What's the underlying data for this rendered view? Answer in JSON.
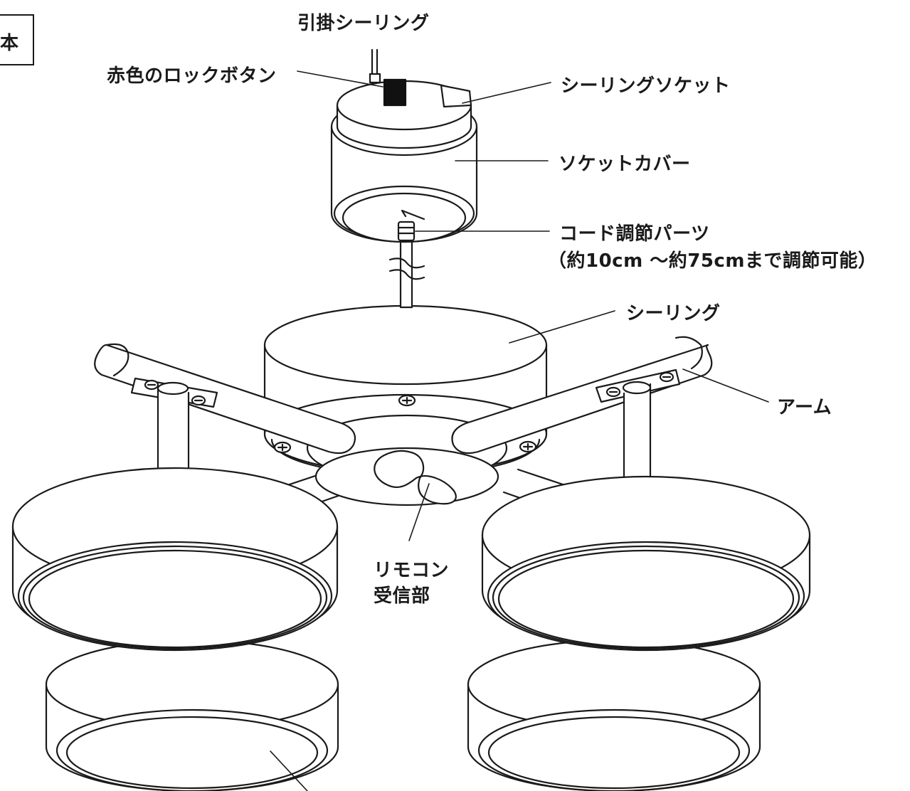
{
  "corner_label": "本",
  "labels": {
    "hook_ceiling": "引掛シーリング",
    "lock_button": "赤色のロックボタン",
    "ceiling_socket": "シーリングソケット",
    "socket_cover": "ソケットカバー",
    "cord_adjust": "コード調節パーツ",
    "cord_adjust_range": "（約10cm ～約75cmまで調節可能）",
    "ceiling": "シーリング",
    "arm": "アーム",
    "remote_receiver_line1": "リモコン",
    "remote_receiver_line2": "受信部"
  },
  "colors": {
    "line": "#1a1a1a",
    "fill": "#ffffff",
    "lock": "#111111"
  }
}
